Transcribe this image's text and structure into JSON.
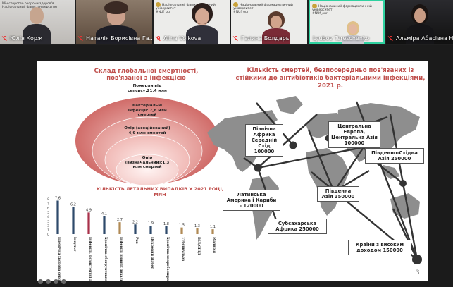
{
  "participants": [
    {
      "name": "Юлія Корж",
      "muted": true
    },
    {
      "name": "Наталія Борисівна Га...",
      "muted": true
    },
    {
      "name": "Alina Volkova",
      "muted": true
    },
    {
      "name": "Галина Болдарь",
      "muted": true
    },
    {
      "name": "Lyubov Tereschenko",
      "muted": false
    },
    {
      "name": "Альміра Абасівна Не...",
      "muted": true
    }
  ],
  "logo_text": [
    "Національний фармацевтичний",
    "університет",
    "#NUf_our"
  ],
  "slide": {
    "left_title": "Склад глобальної смертності, пов'язаної з інфекцією",
    "right_title": "Кількість смертей, безпосередньо пов'язаних із стійкими до антибіотиків бактеріальними інфекціями, 2021 р.",
    "circles": [
      "Померли від сепсису:21,4 млн",
      "Бактеріальні інфекції: 7,8 млн смертей",
      "Опір (асоційований) 4,9 млн смертей",
      "Опір (визначальний):1,3 млн смертей"
    ],
    "bar_chart_title": "КІЛЬКІСТЬ ЛЕТАЛЬНИХ ВИПАДКІВ У 2021 РОЦІ, МЛН",
    "map_labels": [
      "Північна Африка Середній Схід 100000",
      "Центральна Європа, Центральна Азія 100000",
      "Південно-Східна Азія 250000",
      "Південна Азія 350000",
      "Латинська Америка і Кариби - 120000",
      "Субсахарська Африка 250000",
      "Країни з високим доходом 150000"
    ],
    "page_number": "3"
  },
  "chart_data": {
    "type": "bar",
    "title": "КІЛЬКІСТЬ ЛЕТАЛЬНИХ ВИПАДКІВ У 2021 РОЦІ, МЛН",
    "categories": [
      "Ішемічна хвороба серця",
      "Інсульт",
      "Інфекції, резистентні до протимікробних препаратів",
      "Хронічна обструктивна хвороба легенів",
      "Інфекції нижніх дихальних шляхів",
      "Рак",
      "Цукровий діабет",
      "Хронічна хвороба нирок",
      "Туберкульоз",
      "ВІЛ/СНІД",
      "Малярія"
    ],
    "values": [
      7.6,
      6.2,
      4.9,
      4.1,
      2.7,
      2.2,
      1.9,
      1.8,
      1.5,
      1.3,
      1.1
    ],
    "colors": [
      "#2e4a6b",
      "#2e4a6b",
      "#a8314a",
      "#2e4a6b",
      "#b08a55",
      "#2e4a6b",
      "#2e4a6b",
      "#2e4a6b",
      "#b08a55",
      "#b08a55",
      "#b08a55"
    ],
    "ylim": [
      0,
      8
    ],
    "yticks": [
      0,
      1,
      2,
      3,
      4,
      5,
      6,
      7,
      8
    ]
  },
  "colors": {
    "accent": "#c0504d",
    "highlight_tile": "#2fd1a0"
  }
}
